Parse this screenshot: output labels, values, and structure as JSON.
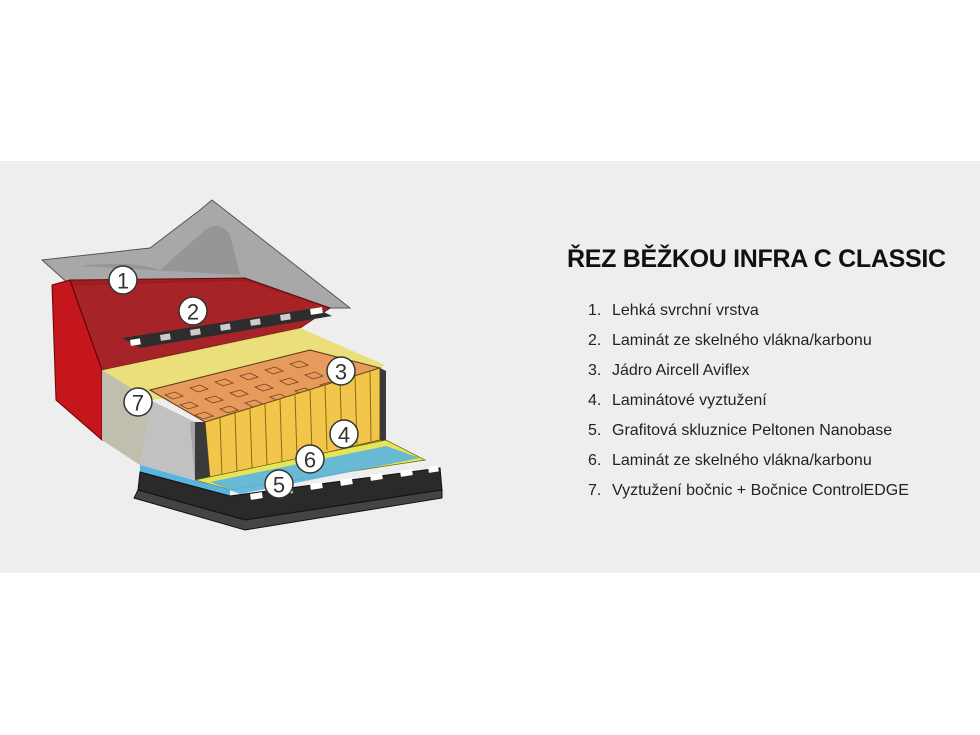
{
  "title": "ŘEZ BĚŽKOU INFRA C CLASSIC",
  "legend": [
    {
      "number": "1.",
      "label": "Lehká svrchní vrstva"
    },
    {
      "number": "2.",
      "label": "Laminát ze skelného vlákna/karbonu"
    },
    {
      "number": "3.",
      "label": "Jádro Aircell Aviflex"
    },
    {
      "number": "4.",
      "label": "Laminátové vyztužení"
    },
    {
      "number": "5.",
      "label": "Grafitová skluznice Peltonen Nanobase"
    },
    {
      "number": "6.",
      "label": "Laminát ze skelného vlákna/karbonu"
    },
    {
      "number": "7.",
      "label": "Vyztužení bočnic + Bočnice ControlEDGE"
    }
  ],
  "diagram": {
    "badges": [
      "1",
      "2",
      "3",
      "4",
      "5",
      "6",
      "7"
    ],
    "colors": {
      "panel_bg": "#eeeeee",
      "top_layer": "#c4161c",
      "binding": "#555555",
      "laminate": "#e8d84a",
      "core": "#e69a5c",
      "core_walls": "#f2c64a",
      "base": "#2a2a2a",
      "base_film": "#5ab4e0",
      "sidewall": "#b8b8b8"
    }
  }
}
